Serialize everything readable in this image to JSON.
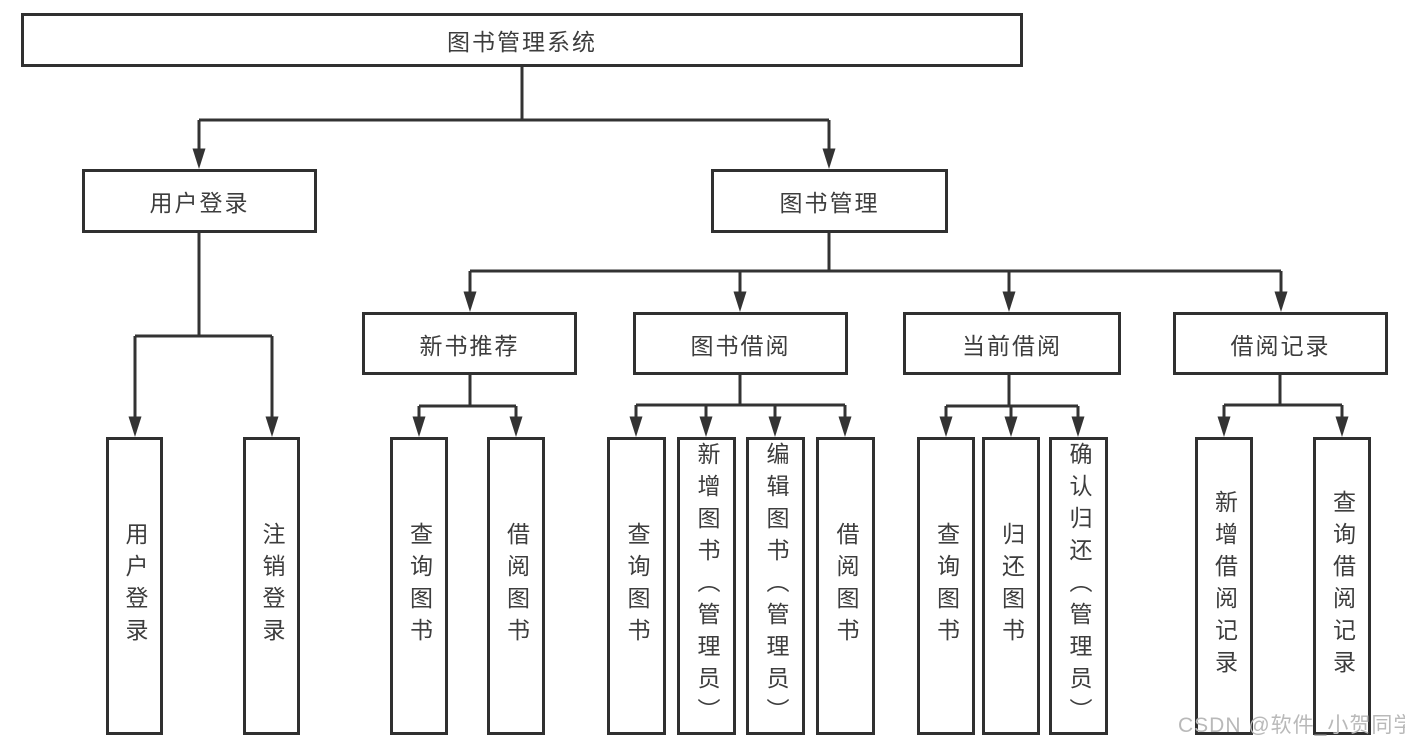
{
  "tree": {
    "root": {
      "label": "图书管理系统"
    },
    "level1": [
      {
        "label": "用户登录"
      },
      {
        "label": "图书管理"
      }
    ],
    "level2": [
      {
        "label": "新书推荐"
      },
      {
        "label": "图书借阅"
      },
      {
        "label": "当前借阅"
      },
      {
        "label": "借阅记录"
      }
    ],
    "leaves": {
      "user_login": [
        {
          "label": "用户登录"
        },
        {
          "label": "注销登录"
        }
      ],
      "new_book": [
        {
          "label": "查询图书"
        },
        {
          "label": "借阅图书"
        }
      ],
      "book_borrow": [
        {
          "label": "查询图书"
        },
        {
          "label": "新增图书（管理员）"
        },
        {
          "label": "编辑图书（管理员）"
        },
        {
          "label": "借阅图书"
        }
      ],
      "current_borrow": [
        {
          "label": "查询图书"
        },
        {
          "label": "归还图书"
        },
        {
          "label": "确认归还（管理员）"
        }
      ],
      "borrow_record": [
        {
          "label": "新增借阅记录"
        },
        {
          "label": "查询借阅记录"
        }
      ]
    }
  },
  "watermark": {
    "text": "CSDN @软件_小贺同学"
  },
  "colors": {
    "line": "#333333",
    "border": "#303030",
    "text": "#3d3d3d",
    "background": "#ffffff",
    "watermark": "#b9b9b9"
  }
}
